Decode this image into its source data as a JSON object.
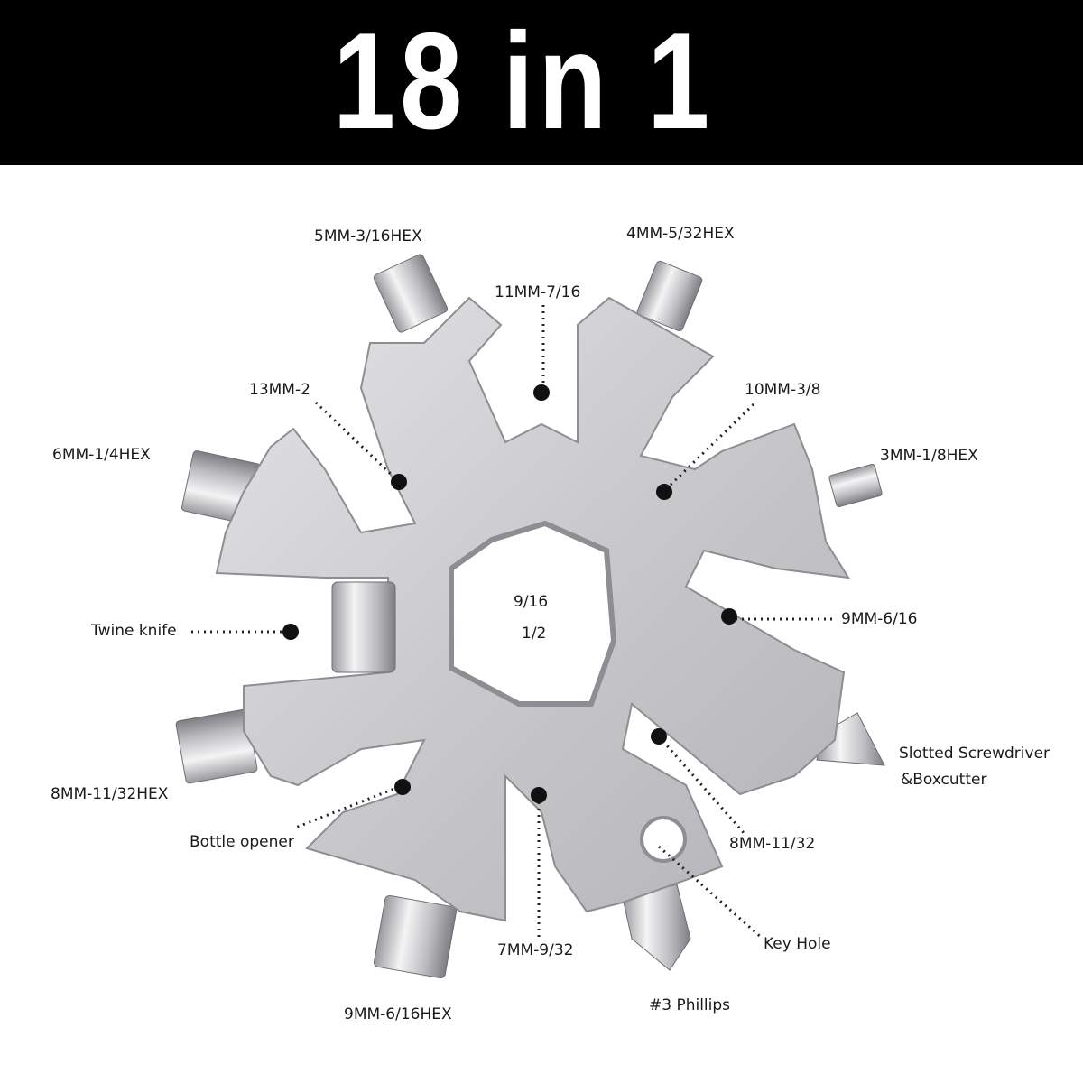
{
  "banner": {
    "title": "18 in 1"
  },
  "colors": {
    "banner": "#000000",
    "banner_text": "#ffffff",
    "steel": "#cfcfd1",
    "label": "#1a1a1a"
  },
  "center": {
    "size_a": "9/16",
    "size_b": "1/2"
  },
  "labels": {
    "hex_5mm": "5MM-3/16HEX",
    "hex_4mm": "4MM-5/32HEX",
    "wrench_11mm": "11MM-7/16",
    "wrench_13mm": "13MM-2",
    "wrench_10mm": "10MM-3/8",
    "hex_6mm": "6MM-1/4HEX",
    "hex_3mm": "3MM-1/8HEX",
    "twine_knife": "Twine knife",
    "wrench_9mm": "9MM-6/16",
    "slotted_line1": "Slotted Screwdriver",
    "slotted_line2": "&Boxcutter",
    "hex_8mm": "8MM-11/32HEX",
    "wrench_8mm": "8MM-11/32",
    "bottle_opener": "Bottle opener",
    "key_hole": "Key Hole",
    "wrench_7mm": "7MM-9/32",
    "phillips": "#3 Phillips",
    "hex_9mm": "9MM-6/16HEX"
  }
}
